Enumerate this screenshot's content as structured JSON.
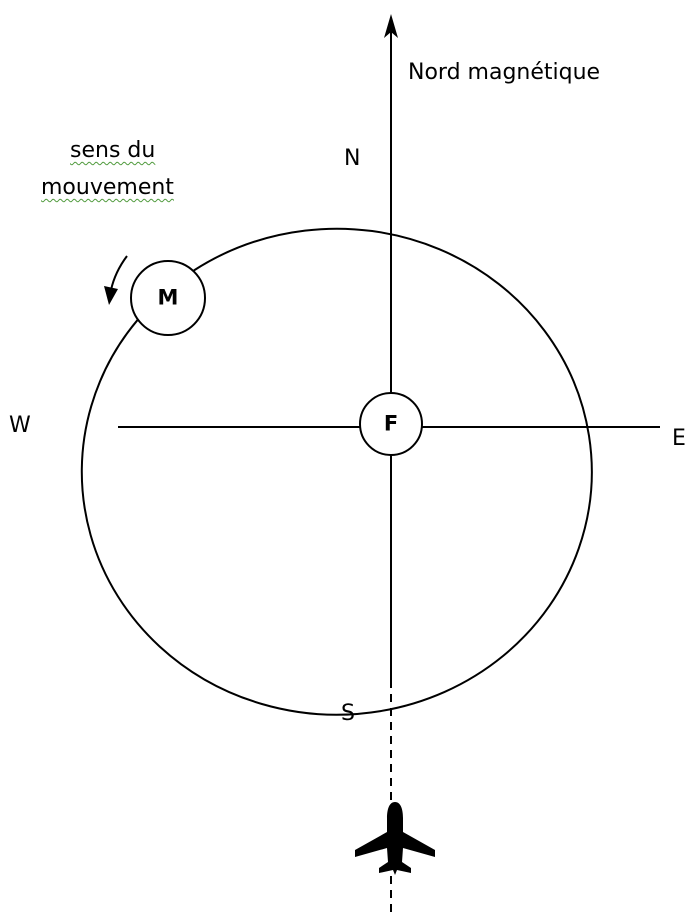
{
  "north_label": "Nord magnétique",
  "movement_label": {
    "line1": "sens du",
    "line2": "mouvement"
  },
  "compass": {
    "n": "N",
    "s": "S",
    "e": "E",
    "w": "W"
  },
  "nodes": {
    "moving": "M",
    "fixed": "F"
  },
  "icons": {
    "aircraft": "airplane-icon",
    "motion": "curved-arrow-icon"
  },
  "colors": {
    "line": "#000000",
    "spellcheck_underline": "#4f9a3c"
  }
}
